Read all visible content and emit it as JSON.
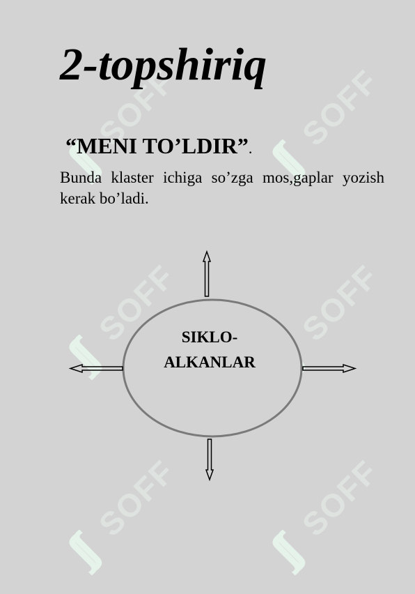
{
  "watermark": {
    "logo": "ʃʃ",
    "text": "SOFF"
  },
  "document": {
    "title": "2-topshiriq",
    "subtitle": "“MENI TO’LDIR”",
    "subtitle_end": ".",
    "description": "Bunda klaster ichiga so’zga mos,gaplar yozish kerak bo’ladi."
  },
  "cluster": {
    "center_line1": "SIKLO-",
    "center_line2": "ALKANLAR"
  }
}
